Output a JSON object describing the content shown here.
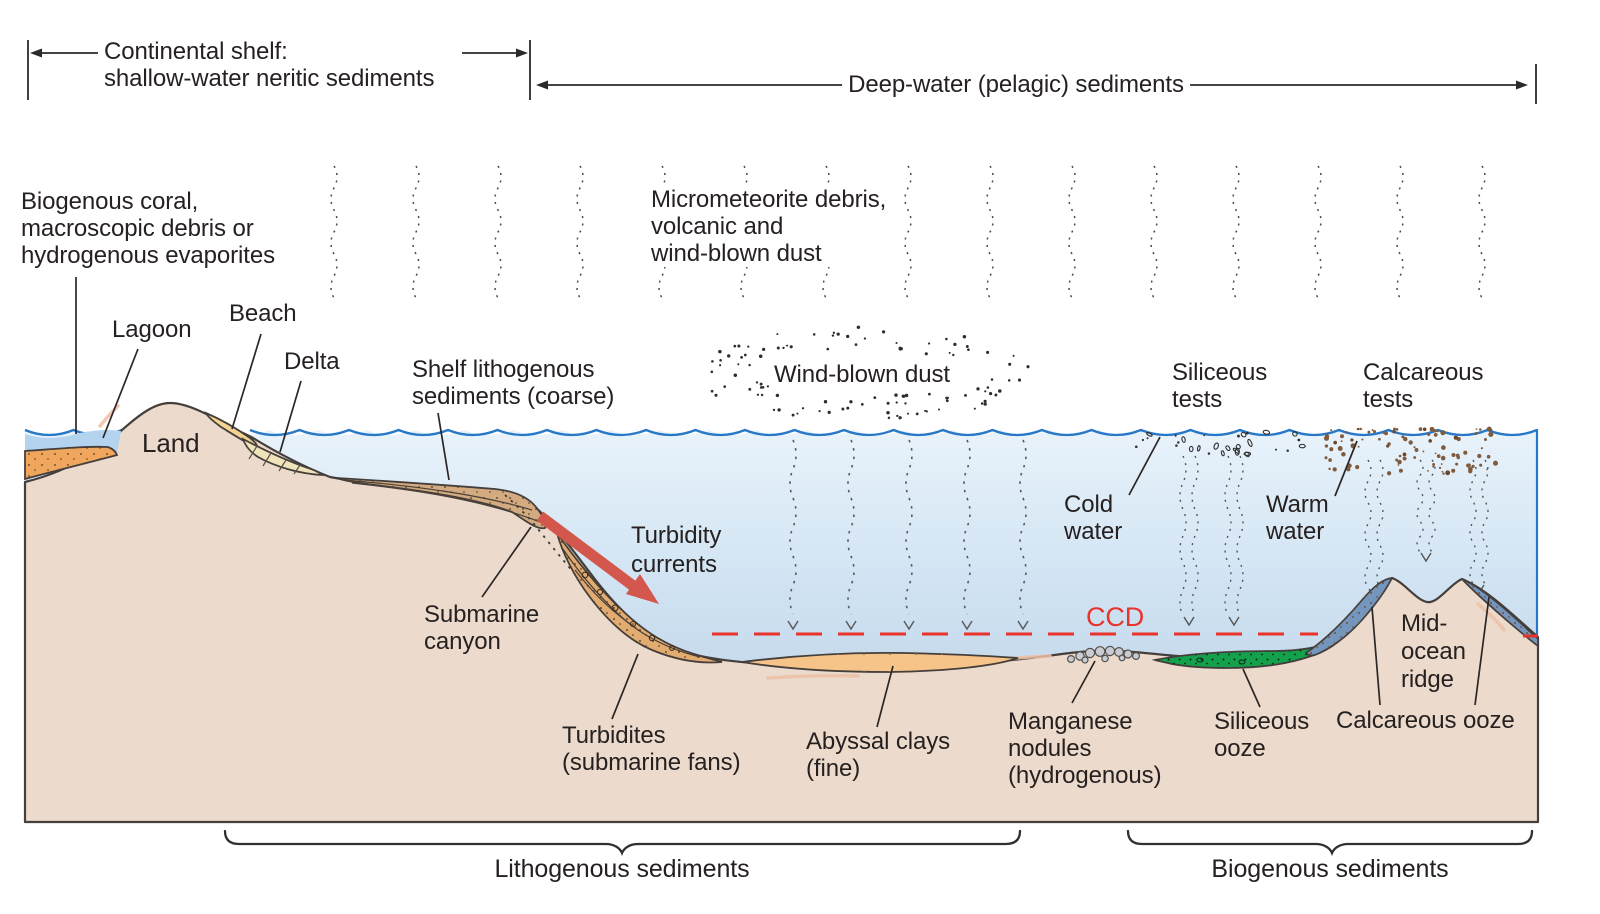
{
  "diagram": {
    "zone_spans": {
      "continental_shelf": "Continental shelf:\nshallow-water neritic sediments",
      "deep_water": "Deep-water (pelagic) sediments"
    },
    "labels": {
      "biogenous_coral": "Biogenous coral,\nmacroscopic debris or\nhydrogenous evaporites",
      "lagoon": "Lagoon",
      "beach": "Beach",
      "delta": "Delta",
      "land": "Land",
      "shelf_lithogenous": "Shelf lithogenous\nsediments (coarse)",
      "micrometeorite": "Micrometeorite debris,\nvolcanic and\nwind-blown dust",
      "wind_blown_dust": "Wind-blown dust",
      "turbidity_currents": "Turbidity\ncurrents",
      "submarine_canyon": "Submarine\ncanyon",
      "turbidites": "Turbidites\n(submarine fans)",
      "abyssal_clays": "Abyssal clays\n(fine)",
      "manganese_nodules": "Manganese\nnodules\n(hydrogenous)",
      "siliceous_tests": "Siliceous\ntests",
      "calcareous_tests": "Calcareous\ntests",
      "cold_water": "Cold\nwater",
      "warm_water": "Warm\nwater",
      "ccd": "CCD",
      "siliceous_ooze": "Siliceous\nooze",
      "calcareous_ooze": "Calcareous ooze",
      "mid_ocean_ridge": "Mid-\nocean\nridge"
    },
    "bottom_groups": {
      "lithogenous": "Lithogenous sediments",
      "biogenous": "Biogenous sediments"
    },
    "colors": {
      "text": "#262120",
      "outline": "#453f3c",
      "ccd_red": "#e8342c",
      "turbidity_arrow_red": "#d4574e",
      "wave_blue": "#2878c8",
      "water_surface": "#e9f3fb",
      "water_deep": "#c2d7eb",
      "land_tan": "#ecdbcd",
      "lagoon_water": "#b4d3ee",
      "lagoon_sediment_orange": "#f1a65e",
      "beach_sand": "#f3d491",
      "delta_sand": "#eee3ba",
      "shelf_sediment": "#d4ab80",
      "turbidite_fan": "#e2ab70",
      "abyssal_clay": "#f6c489",
      "siliceous_ooze_green": "#14a14b",
      "calcareous_ooze_blue": "#7495bc",
      "manganese_grey": "#c9ccd2",
      "calcareous_test_brown": "#805a3c",
      "particle_dark": "#2d2d2d",
      "trail_grey": "#5a5a5a"
    }
  }
}
